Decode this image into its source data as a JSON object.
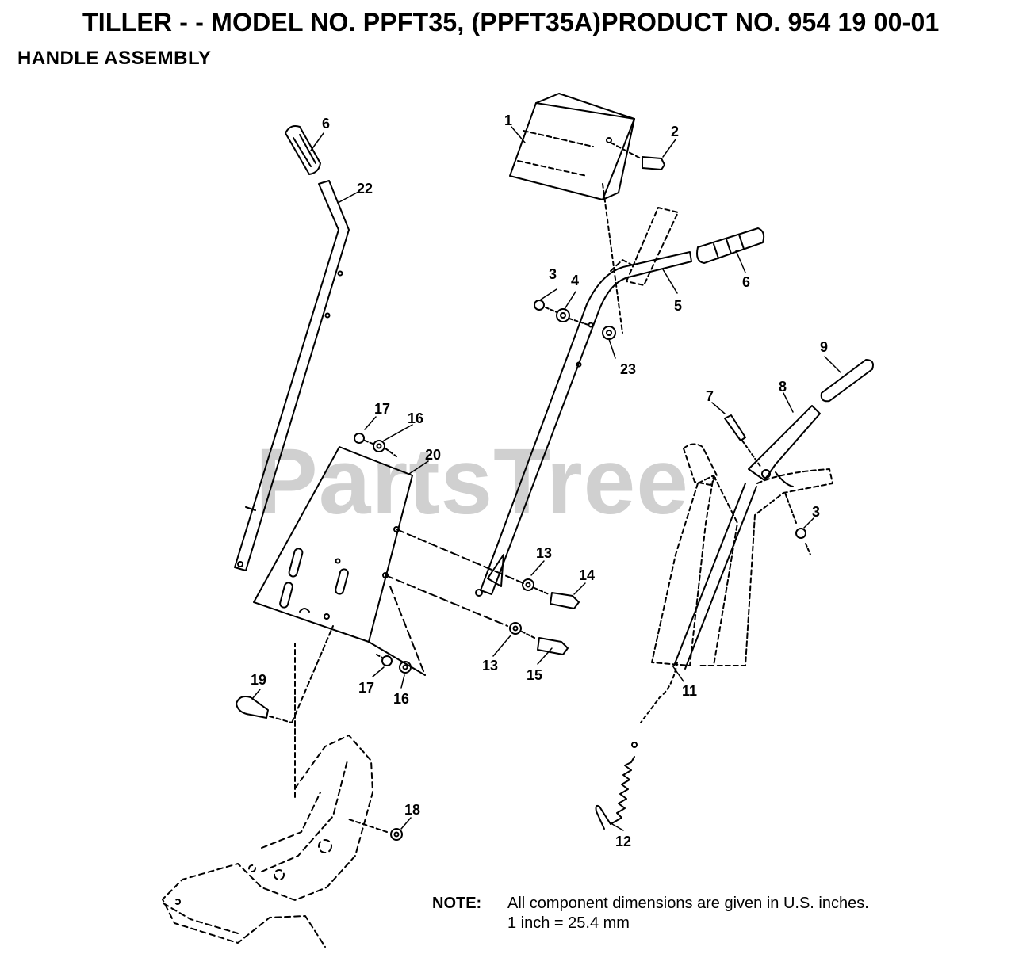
{
  "header": {
    "title": "TILLER - - MODEL NO. PPFT35, (PPFT35A)PRODUCT NO. 954 19 00-01",
    "subtitle": "HANDLE ASSEMBLY"
  },
  "watermark": "PartsTree",
  "note": {
    "label": "NOTE:",
    "line1": "All component dimensions are given in U.S. inches.",
    "line2": "1 inch = 25.4 mm"
  },
  "callouts": {
    "c1": "1",
    "c2": "2",
    "c3a": "3",
    "c3b": "3",
    "c4": "4",
    "c5": "5",
    "c6a": "6",
    "c6b": "6",
    "c7": "7",
    "c8": "8",
    "c9": "9",
    "c11": "11",
    "c12": "12",
    "c13a": "13",
    "c13b": "13",
    "c14": "14",
    "c15": "15",
    "c16a": "16",
    "c16b": "16",
    "c17a": "17",
    "c17b": "17",
    "c18": "18",
    "c19": "19",
    "c20": "20",
    "c22": "22",
    "c23": "23"
  }
}
